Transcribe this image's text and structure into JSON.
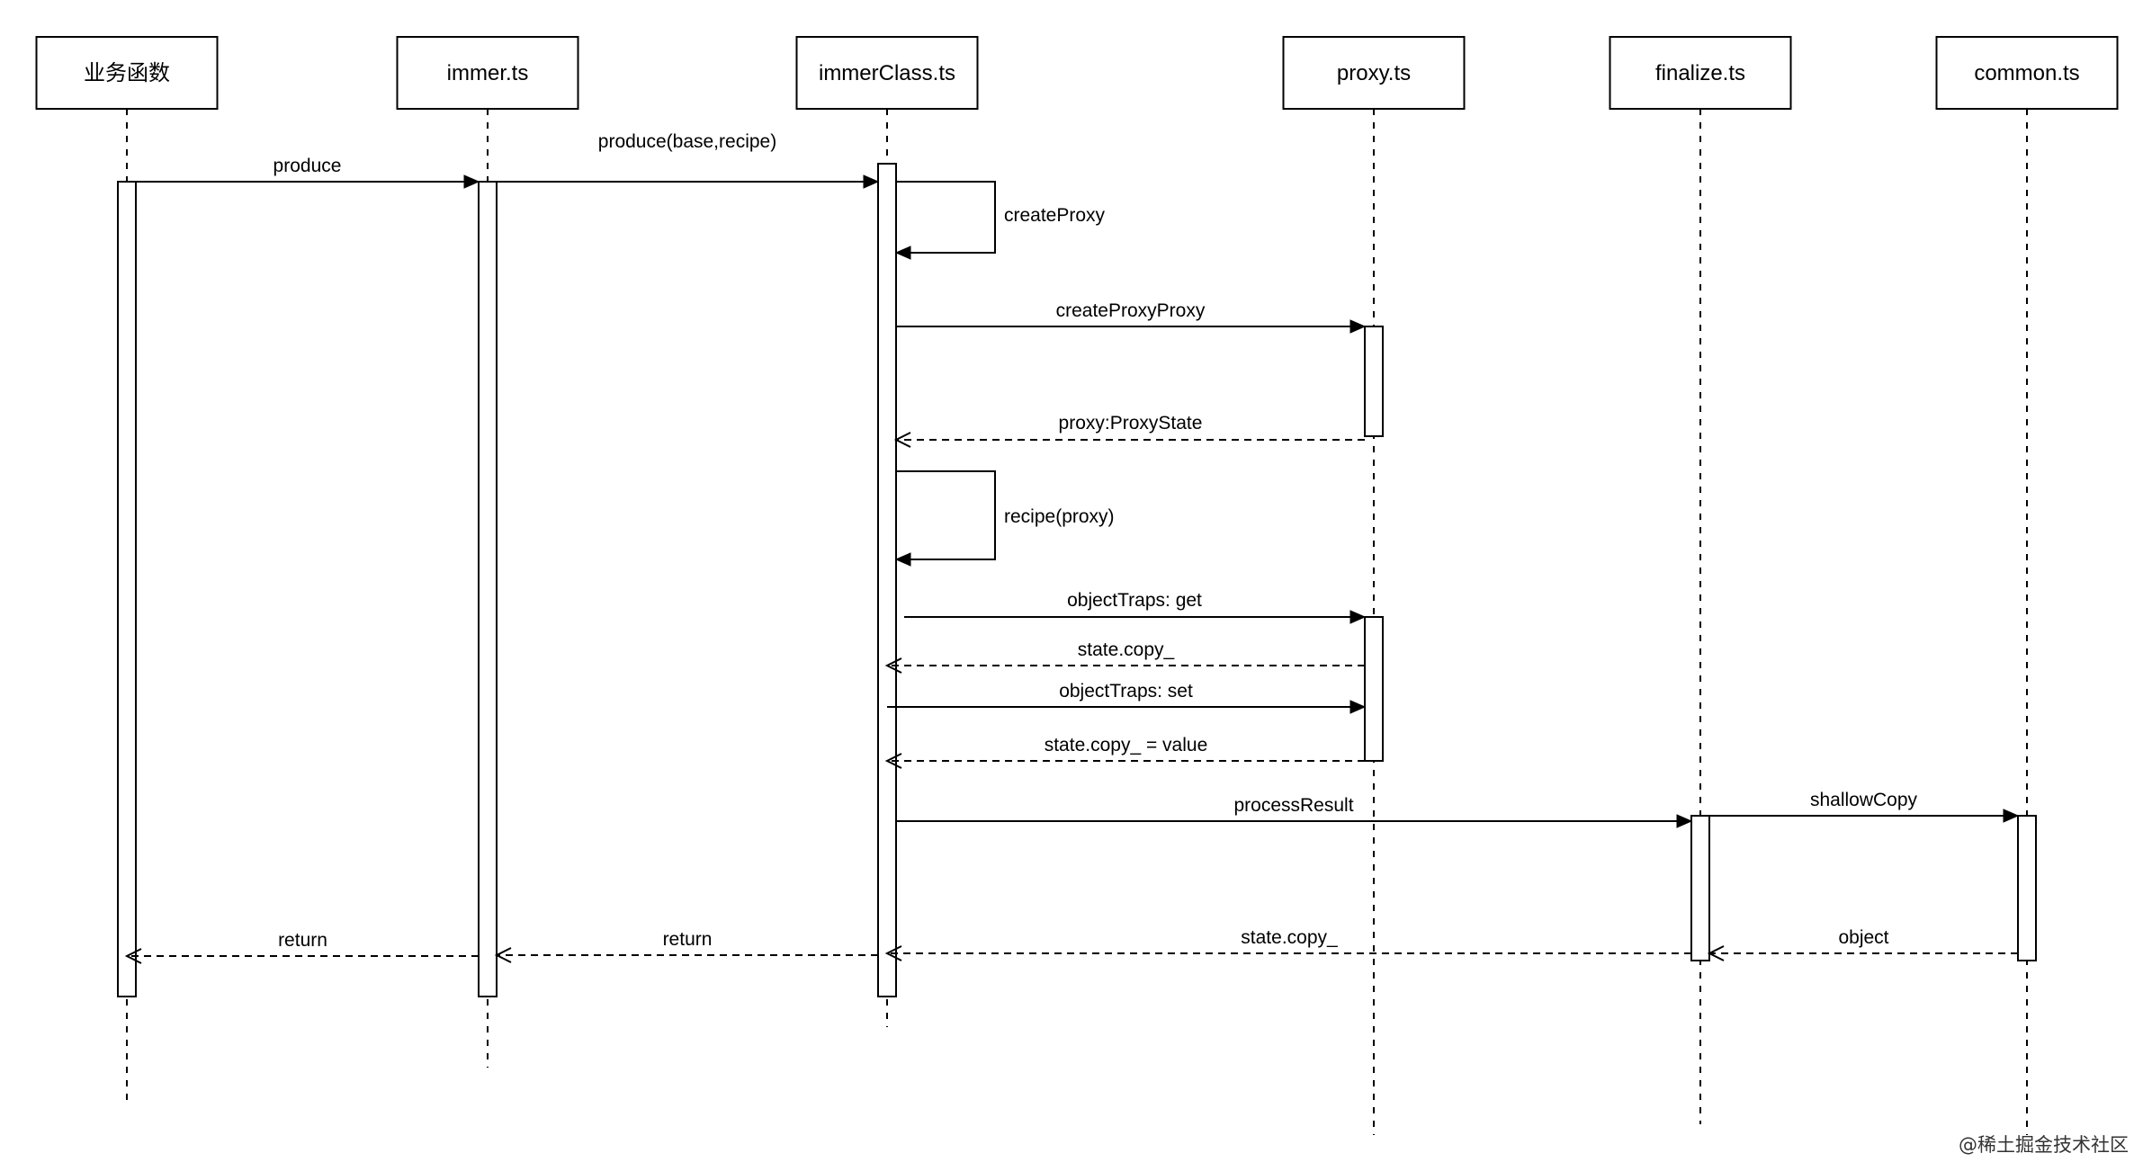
{
  "diagram": {
    "participants": [
      {
        "id": "biz",
        "label": "业务函数"
      },
      {
        "id": "immer",
        "label": "immer.ts"
      },
      {
        "id": "immerClass",
        "label": "immerClass.ts"
      },
      {
        "id": "proxy",
        "label": "proxy.ts"
      },
      {
        "id": "finalize",
        "label": "finalize.ts"
      },
      {
        "id": "common",
        "label": "common.ts"
      }
    ],
    "messages": [
      {
        "from": "biz",
        "to": "immer",
        "label": "produce",
        "style": "solid"
      },
      {
        "from": "immer",
        "to": "immerClass",
        "label": "produce(base,recipe)",
        "style": "solid"
      },
      {
        "from": "immerClass",
        "to": "immerClass",
        "label": "createProxy",
        "style": "self"
      },
      {
        "from": "immerClass",
        "to": "proxy",
        "label": "createProxyProxy",
        "style": "solid"
      },
      {
        "from": "proxy",
        "to": "immerClass",
        "label": "proxy:ProxyState",
        "style": "dashed"
      },
      {
        "from": "immerClass",
        "to": "immerClass",
        "label": "recipe(proxy)",
        "style": "self"
      },
      {
        "from": "immerClass",
        "to": "proxy",
        "label": "objectTraps: get",
        "style": "solid"
      },
      {
        "from": "proxy",
        "to": "immerClass",
        "label": "state.copy_",
        "style": "dashed"
      },
      {
        "from": "immerClass",
        "to": "proxy",
        "label": "objectTraps: set",
        "style": "solid"
      },
      {
        "from": "proxy",
        "to": "immerClass",
        "label": "state.copy_ = value",
        "style": "dashed"
      },
      {
        "from": "immerClass",
        "to": "finalize",
        "label": "processResult",
        "style": "solid"
      },
      {
        "from": "finalize",
        "to": "common",
        "label": "shallowCopy",
        "style": "solid"
      },
      {
        "from": "common",
        "to": "finalize",
        "label": "object",
        "style": "dashed"
      },
      {
        "from": "finalize",
        "to": "immerClass",
        "label": "state.copy_",
        "style": "dashed"
      },
      {
        "from": "immerClass",
        "to": "immer",
        "label": "return",
        "style": "dashed"
      },
      {
        "from": "immer",
        "to": "biz",
        "label": "return",
        "style": "dashed"
      }
    ]
  },
  "watermark": "@稀土掘金技术社区"
}
